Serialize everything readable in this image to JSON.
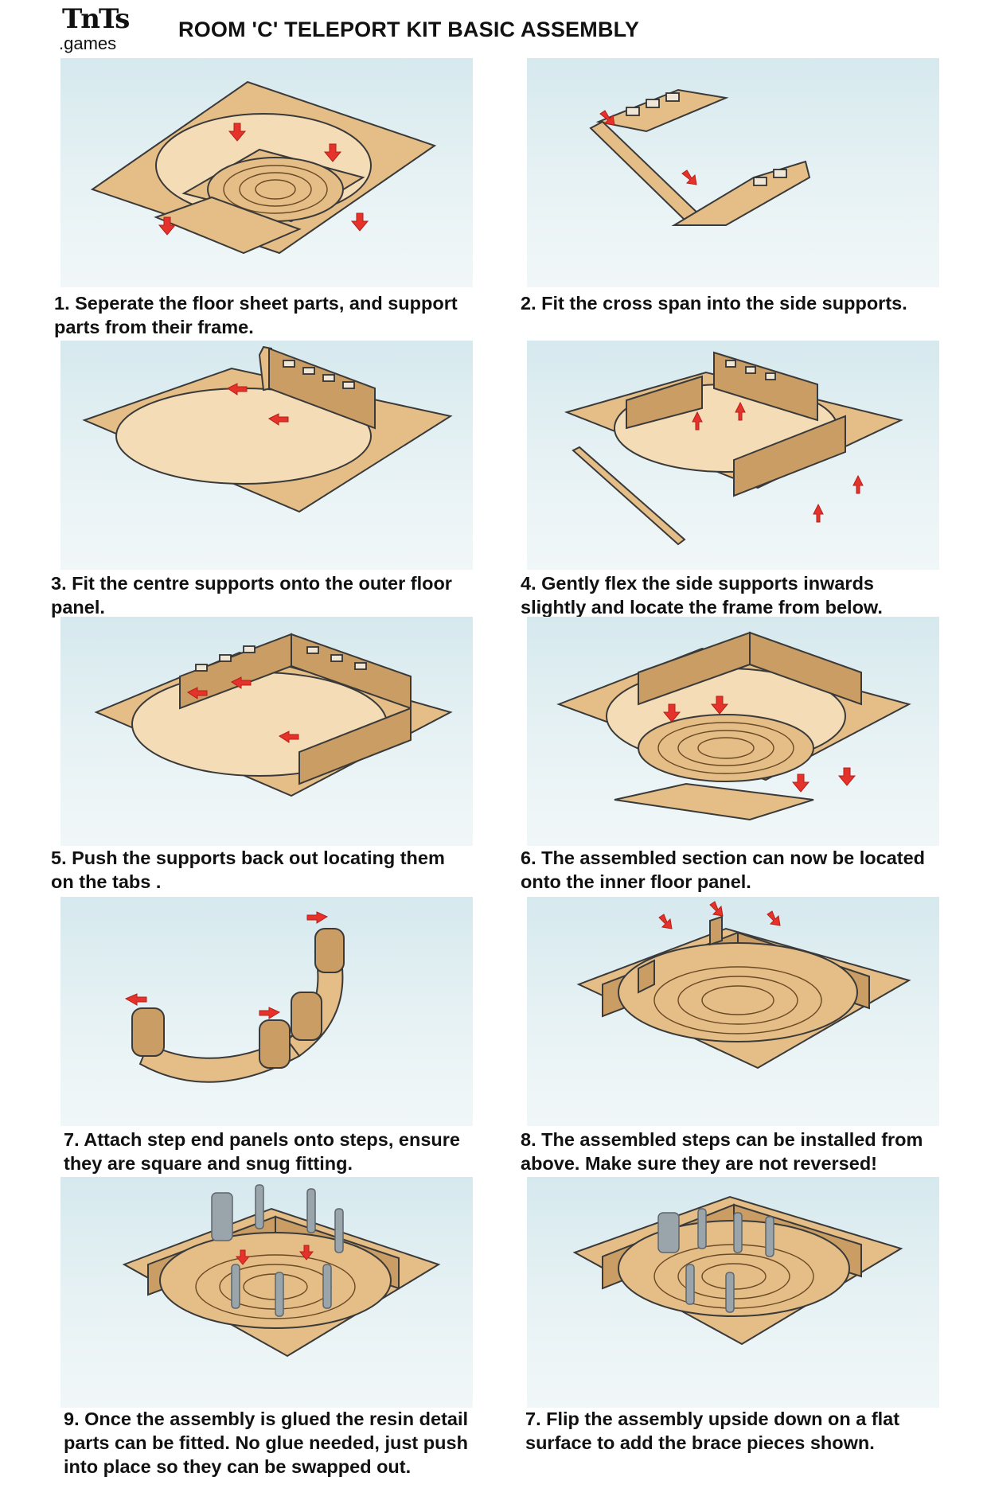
{
  "header": {
    "logo_main": "TnTs",
    "logo_sub": ".games",
    "title": "ROOM 'C' TELEPORT KIT BASIC ASSEMBLY"
  },
  "steps": [
    {
      "lines": [
        "1. Seperate the floor sheet parts, and support",
        "parts from their frame."
      ]
    },
    {
      "lines": [
        "2. Fit the cross span into the side supports."
      ]
    },
    {
      "lines": [
        "3. Fit the centre supports onto the outer floor",
        "panel."
      ]
    },
    {
      "lines": [
        "4. Gently flex the side supports inwards",
        "slightly and locate the frame from below."
      ]
    },
    {
      "lines": [
        "5. Push the supports back out locating them",
        "on the tabs ."
      ]
    },
    {
      "lines": [
        "6. The assembled section can now be located",
        "onto the inner floor panel."
      ]
    },
    {
      "lines": [
        "7. Attach step end panels onto steps, ensure",
        "they are square and snug fitting."
      ]
    },
    {
      "lines": [
        "8. The assembled steps can be installed from",
        "above. Make sure they are not reversed!"
      ]
    },
    {
      "lines": [
        "9. Once the assembly is glued the resin detail",
        "parts can be fitted. No glue needed, just push",
        "into place so they can be swapped out."
      ]
    },
    {
      "lines": [
        "7. Flip the assembly upside down on a flat",
        "surface to add the brace pieces shown."
      ]
    }
  ],
  "colors": {
    "wood": "#e4bd87",
    "arrow": "#e5322a",
    "background": "#dcecf0",
    "resin": "#9aa4ab"
  }
}
